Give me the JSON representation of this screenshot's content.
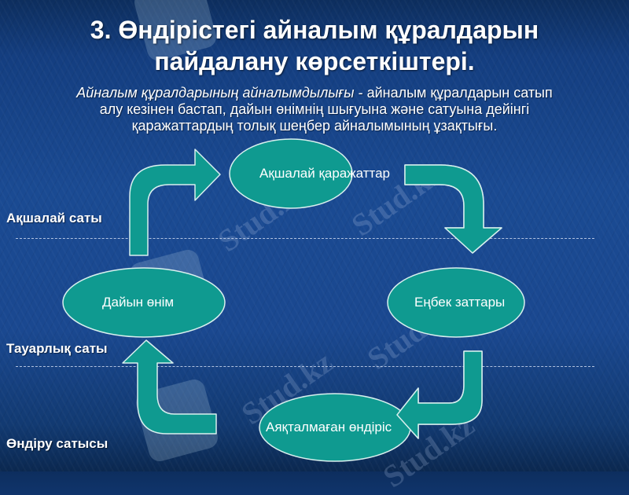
{
  "slide": {
    "title_line1": "3. Өндірістегі айналым құралдарын",
    "title_line2": "пайдалану көрсеткіштері.",
    "definition": {
      "term": "Айналым құралдарының айналымдылығы",
      "separator": " - ",
      "text_line1": "айналым құралдарын сатып",
      "text_line2": "алу кезінен бастап, дайын өнімнің шығуына және сатуына дейінгі",
      "text_line3": "қаражаттардың толық шеңбер айналымының ұзақтығы."
    }
  },
  "stages": {
    "money": "Ақшалай саты",
    "commodity": "Тауарлық саты",
    "production": "Өндіру сатысы"
  },
  "nodes": {
    "cash": "Ақшалай қаражаттар",
    "labor_objects": "Еңбек заттары",
    "unfinished": "Аяқталмаған өндіріс",
    "finished": "Дайын өнім"
  },
  "colors": {
    "node_fill": "#0f9a90",
    "node_stroke": "#d8f0ee",
    "background": "#1a4890",
    "text": "#ffffff"
  },
  "watermark": "Stud.kz"
}
